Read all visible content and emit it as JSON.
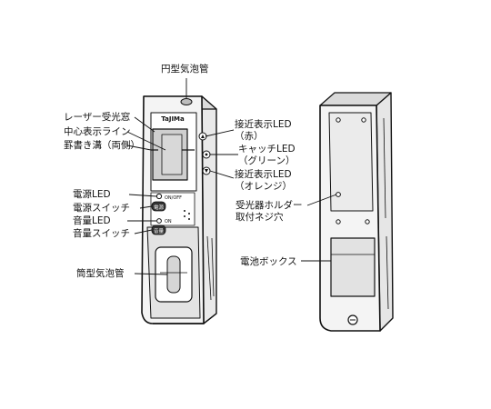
{
  "labels": {
    "round_vial": "円型気泡管",
    "laser_window": "レーザー受光窓",
    "center_line": "中心表示ライン",
    "marking_groove": "罫書き溝（両側）",
    "power_led": "電源LED",
    "power_switch": "電源スイッチ",
    "volume_led": "音量LED",
    "volume_switch": "音量スイッチ",
    "tube_vial": "筒型気泡管",
    "near_led_red_1": "接近表示LED",
    "near_led_red_2": "（赤）",
    "catch_led_1": "キャッチLED",
    "catch_led_2": "（グリーン）",
    "near_led_orange_1": "接近表示LED",
    "near_led_orange_2": "（オレンジ）",
    "holder_screw_1": "受光器ホルダー",
    "holder_screw_2": "取付ネジ穴",
    "battery_box": "電池ボックス"
  },
  "device": {
    "brand": "TaJIMa",
    "switch_power": "電源",
    "switch_volume": "音量",
    "on_off": "ON/OFF",
    "on": "ON"
  }
}
